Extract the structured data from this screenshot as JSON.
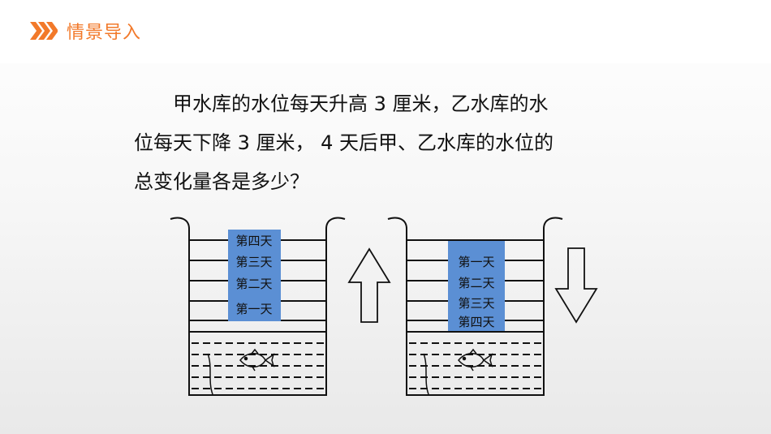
{
  "header": {
    "title": "情景导入",
    "accent_color": "#f2792a",
    "icon": "double-chevron-right-icon"
  },
  "problem": {
    "line1": "甲水库的水位每天升高 3 厘米，乙水库的水",
    "line2": "位每天下降 3 厘米， 4 天后甲、乙水库的水位的",
    "line3": "总变化量各是多少？"
  },
  "reservoir_a": {
    "labels": [
      "第四天",
      "第三天",
      "第二天",
      "第一天"
    ],
    "arrow": "up-arrow-icon",
    "label_color": "#5b8fd4"
  },
  "reservoir_b": {
    "labels": [
      "第一天",
      "第二天",
      "第三天",
      "第四天"
    ],
    "arrow": "down-arrow-icon",
    "label_color": "#5b8fd4"
  }
}
